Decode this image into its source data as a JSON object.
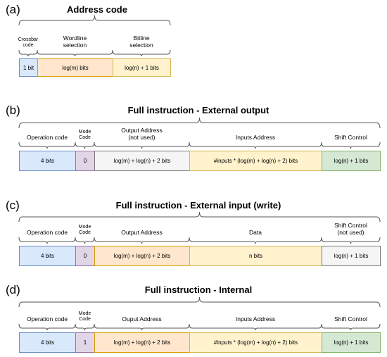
{
  "panels": [
    {
      "label": "(a)",
      "title": "Address code",
      "fields": [
        {
          "label": "Crossbar\ncode",
          "value": "1 bit",
          "color": "#dae8fc"
        },
        {
          "label": "Wordline\nselection",
          "value": "log(m) bits",
          "color": "#ffe6cc"
        },
        {
          "label": "Bitline\nselection",
          "value": "log(n) + 1 bits",
          "color": "#fff2cc"
        }
      ]
    },
    {
      "label": "(b)",
      "title": "Full instruction - External output",
      "fields": [
        {
          "label": "Operation code",
          "value": "4 bits",
          "color": "#dae8fc"
        },
        {
          "label": "Mode\nCode",
          "value": "0",
          "color": "#e1d5e7"
        },
        {
          "label": "Output Address\n(not used)",
          "value": "log(m) + log(n) + 2 bits",
          "color": "#f5f5f5"
        },
        {
          "label": "Inputs Address",
          "value": "#inputs * (log(m) + log(n) + 2) bits",
          "color": "#fff2cc"
        },
        {
          "label": "Shift Control",
          "value": "log(n) + 1 bits",
          "color": "#d5e8d4"
        }
      ]
    },
    {
      "label": "(c)",
      "title": "Full instruction - External input (write)",
      "fields": [
        {
          "label": "Operation code",
          "value": "4 bits",
          "color": "#dae8fc"
        },
        {
          "label": "Mode\nCode",
          "value": "0",
          "color": "#e1d5e7"
        },
        {
          "label": "Output Address",
          "value": "log(m) + log(n) + 2 bits",
          "color": "#ffe6cc"
        },
        {
          "label": "Data",
          "value": "n bits",
          "color": "#fff2cc"
        },
        {
          "label": "Shift Control\n(not used)",
          "value": "log(n) + 1 bits",
          "color": "#f5f5f5"
        }
      ]
    },
    {
      "label": "(d)",
      "title": "Full instruction - Internal",
      "fields": [
        {
          "label": "Operation code",
          "value": "4 bits",
          "color": "#dae8fc"
        },
        {
          "label": "Mode\nCode",
          "value": "1",
          "color": "#e1d5e7"
        },
        {
          "label": "Ouput Address",
          "value": "log(m) + log(n) + 2 bits",
          "color": "#ffe6cc"
        },
        {
          "label": "Inputs Address",
          "value": "#inputs * (log(m) + log(n) + 2) bits",
          "color": "#fff2cc"
        },
        {
          "label": "Shift Control",
          "value": "log(n) + 1 bits",
          "color": "#d5e8d4"
        }
      ]
    }
  ]
}
